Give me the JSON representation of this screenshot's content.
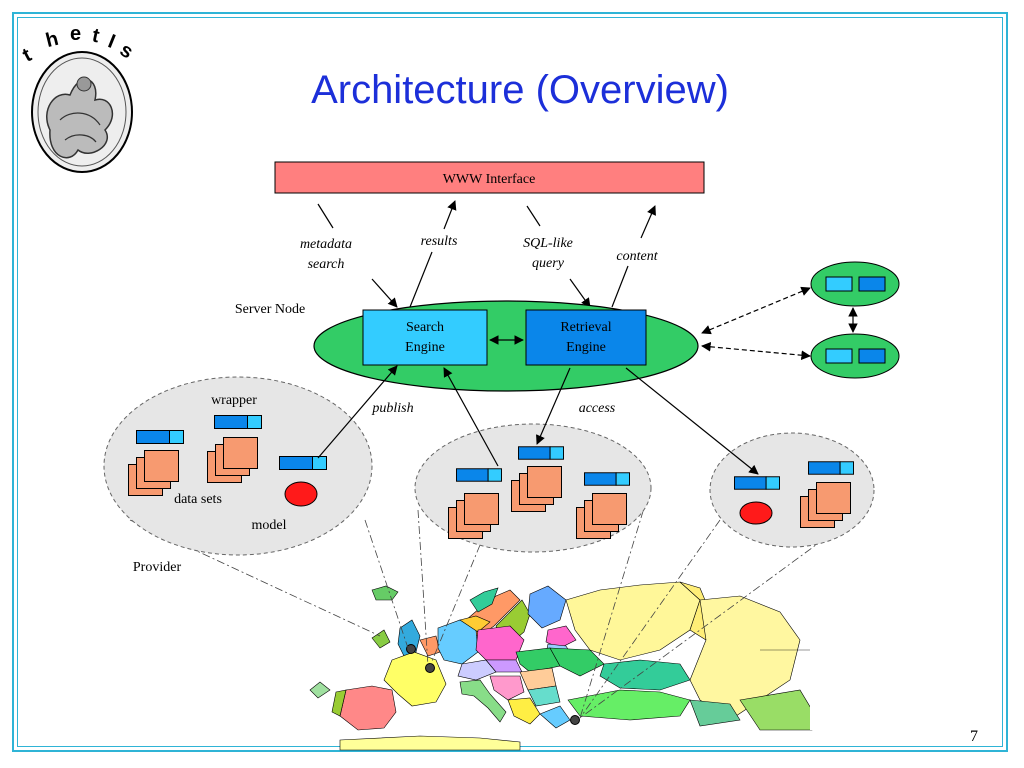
{
  "slide": {
    "title": "Architecture (Overview)",
    "page_number": "7",
    "logo_text": "thetIs"
  },
  "diagram": {
    "www_interface": "WWW Interface",
    "server_node_label": "Server Node",
    "search_engine": [
      "Search",
      "Engine"
    ],
    "retrieval_engine": [
      "Retrieval",
      "Engine"
    ],
    "flows": {
      "metadata_search": [
        "metadata",
        "search"
      ],
      "results": "results",
      "sql_like_query": [
        "SQL-like",
        "query"
      ],
      "content": "content",
      "publish": "publish",
      "access": "access"
    },
    "provider_labels": {
      "wrapper": "wrapper",
      "data_sets": "data sets",
      "model": "model",
      "provider": "Provider"
    }
  },
  "colors": {
    "frame": "#2fb4d6",
    "title": "#1c2fd9",
    "www_box": "#ff7f7f",
    "server_node": "#33cc66",
    "search_engine": "#33ccff",
    "retrieval_engine": "#0a86ea",
    "provider_bubble": "#e6e6e6",
    "dataset_sheet": "#f79a70",
    "model_dot": "#ff1a1a"
  }
}
